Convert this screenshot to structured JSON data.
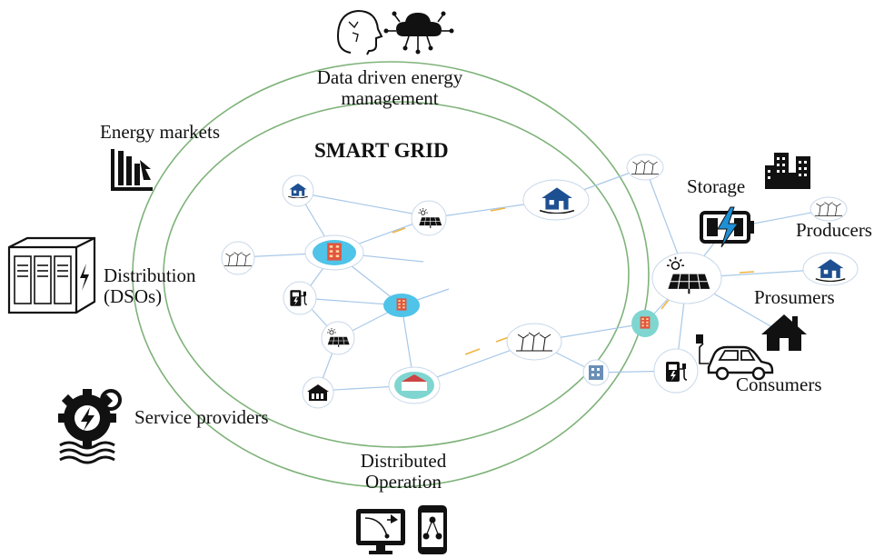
{
  "title": "SMART GRID",
  "labels": {
    "data_line1": "Data driven energy",
    "data_line2": "management",
    "energy_markets": "Energy markets",
    "distribution_line1": "Distribution",
    "distribution_line2": "(DSOs)",
    "service_providers": "Service providers",
    "distributed_line1": "Distributed",
    "distributed_line2": "Operation",
    "storage": "Storage",
    "producers": "Producers",
    "prosumers": "Prosumers",
    "consumers": "Consumers"
  },
  "colors": {
    "ring": "#7fb37a",
    "link": "#a8c8e8",
    "flow_arrow": "#f0b440",
    "node_fill": "#ffffff",
    "node_stroke": "#c8d8ea",
    "hub_fill": "#4fc3e8",
    "icon": "#111111",
    "house_blue": "#1d4f91",
    "lightning": "#1f8fd6"
  },
  "icons": [
    "brain-icon",
    "cloud-network-icon",
    "bar-chart-down-icon",
    "substation-cabinet-icon",
    "gear-lightning-icon",
    "monitor-network-icon",
    "smartphone-network-icon",
    "battery-icon",
    "buildings-icon",
    "house-icon",
    "electric-car-icon",
    "solar-panel-icon",
    "wind-turbine-icon",
    "ev-charger-icon"
  ]
}
